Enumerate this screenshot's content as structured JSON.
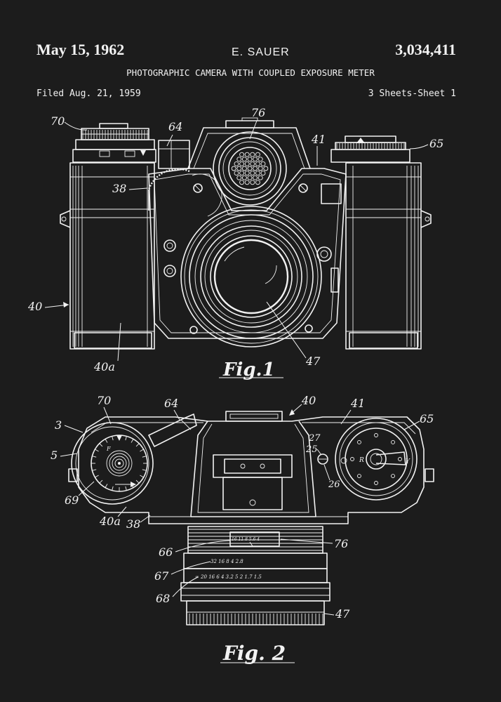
{
  "header": {
    "date": "May 15, 1962",
    "inventor": "E. SAUER",
    "patent_number": "3,034,411",
    "title": "PHOTOGRAPHIC CAMERA WITH COUPLED EXPOSURE METER",
    "filed": "Filed Aug. 21, 1959",
    "sheets": "3 Sheets-Sheet 1"
  },
  "figures": {
    "fig1": {
      "caption": "Fig.1",
      "labels": {
        "l70": "70",
        "l64": "64",
        "l76": "76",
        "l41": "41",
        "l65": "65",
        "l38": "38",
        "l40": "40",
        "l40a": "40a",
        "l47": "47"
      }
    },
    "fig2": {
      "caption": "Fig. 2",
      "labels": {
        "l70": "70",
        "l64": "64",
        "l40": "40",
        "l41": "41",
        "l65": "65",
        "l3": "3",
        "l5": "5",
        "l69": "69",
        "l27": "27",
        "l25": "25",
        "l26": "26",
        "l40a": "40a",
        "l38": "38",
        "l66": "66",
        "l76": "76",
        "l67": "67",
        "l68": "68",
        "l47": "47"
      },
      "markings": {
        "dial_letters": "F",
        "meter_scale": "16 11 8 5.6 4",
        "aperture_scale": "32  16 8  4  2.8",
        "distance_scale": "∞ 20 16 6 4 3.2 5 2 1.7 1.5",
        "rewind_letters": "R",
        "rewind_arrow": "Y"
      }
    }
  }
}
